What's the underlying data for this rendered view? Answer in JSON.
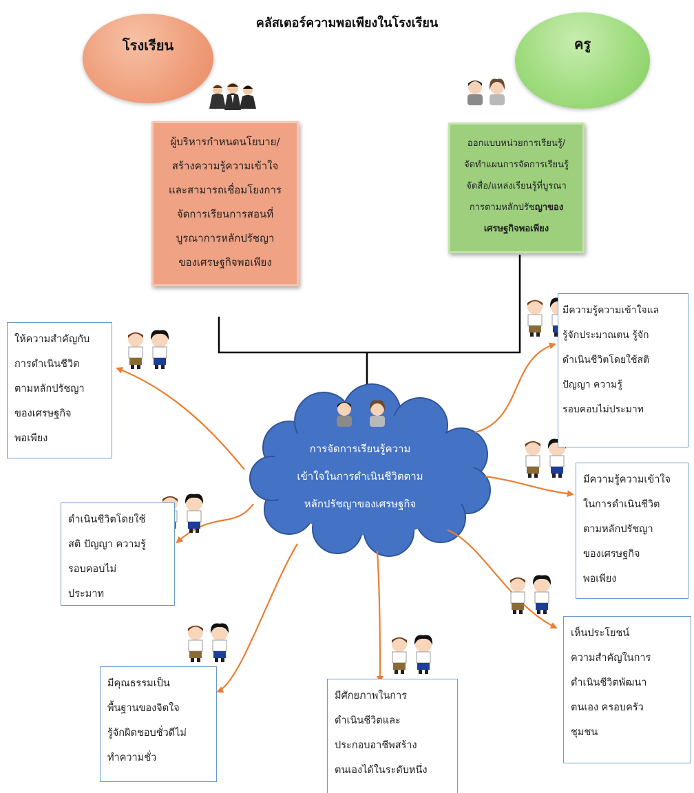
{
  "title": "คลัสเตอร์ความพอเพียงในโรงเรียน",
  "school": {
    "label": "โรงเรียน",
    "policy": [
      "ผู้บริหารกำหนดนโยบาย/",
      "สร้างความรู้ความเข้าใจ",
      "และสามารถเชื่อมโยงการ",
      "จัดการเรียนการสอนที่",
      "บูรณาการหลักปรัชญา",
      "ของเศรษฐกิจพอเพียง"
    ]
  },
  "teacher": {
    "label": "ครู",
    "line1": "ออกแบบหน่วยการเรียนรู้/",
    "line2": "จัดทำแผนการจัดการเรียนรู้",
    "line3": "จัดสื่อ/แหล่งเรียนรู้ที่บูรณา",
    "line4_plain": "การตามหลักปรัช",
    "line4_bold": "ญาของ",
    "line5_bold": "เศรษฐกิจพอเพียง"
  },
  "center": [
    "การจัดการเรียนรู้ความ",
    "เข้าใจในการดำเนินชีวิตตาม",
    "หลักปรัชญาของเศรษฐกิจ"
  ],
  "outcomes": {
    "left_top": [
      "ให้ความสำคัญกับ",
      "การดำเนินชีวิต",
      "ตามหลักปรัชญา",
      "ของเศรษฐกิจ",
      "พอเพียง"
    ],
    "left_mid": [
      "ดำเนินชีวิตโดยใช้",
      "สติ ปัญญา ความรู้",
      "รอบคอบไม่",
      "ประมาท"
    ],
    "bottom_left": [
      "มีคุณธรรมเป็น",
      "พื้นฐานของจิตใจ",
      "รู้จักผิดชอบชั่วดีไม่",
      "ทำความชั่ว"
    ],
    "bottom_mid": [
      "มีศักยภาพในการ",
      "ดำเนินชีวิตและ",
      "ประกอบอาชีพสร้าง",
      "ตนเองได้ในระดับหนึ่ง"
    ],
    "right_top": [
      "มีความรู้ความเข้าใจแล",
      "รู้จักประมาณตน รู้จัก",
      "ดำเนินชีวิตโดยใช้สติ",
      "ปัญญา ความรู้",
      "รอบคอบไม่ประมาท"
    ],
    "right_mid": [
      "มีความรู้ความเข้าใจ",
      "ในการดำเนินชีวิต",
      "ตามหลักปรัชญา",
      "ของเศรษฐกิจ",
      "พอเพียง"
    ],
    "right_bottom": [
      "เห็นประโยชน์",
      "ความสำคัญในการ",
      "ดำเนินชีวิตพัฒนา",
      "ตนเอง ครอบครัว",
      "ชุมชน"
    ]
  },
  "colors": {
    "school_oval": "#f0a07d",
    "teacher_oval": "#9fdc7e",
    "admin_card": "#efa284",
    "teacher_card": "#9dcf7d",
    "cloud": "#4472c4",
    "arrow": "#ed7d31",
    "box_border": "#6b9bd1"
  },
  "icons": [
    "business-people-icon",
    "teacher-pair-icon",
    "student-pair-icon"
  ]
}
